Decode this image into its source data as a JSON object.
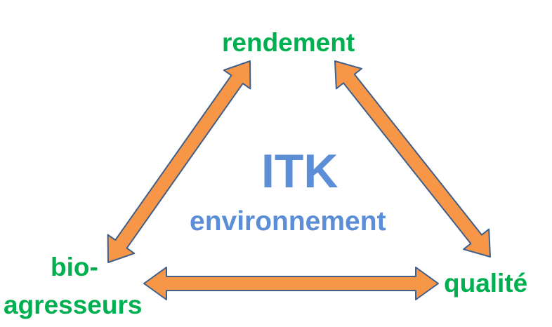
{
  "colors": {
    "label": "#00B050",
    "center": "#5B8ED6",
    "arrow_fill": "#F79646",
    "arrow_stroke": "#3E5F8A"
  },
  "labels": {
    "top": "rendement",
    "bottom_left_line1": "bio-",
    "bottom_left_line2": "agresseurs",
    "bottom_right": "qualité"
  },
  "center": {
    "title": "ITK",
    "subtitle": "environnement"
  },
  "arrows": [
    {
      "from": "rendement",
      "to": "bio-agresseurs",
      "type": "double-headed"
    },
    {
      "from": "rendement",
      "to": "qualité",
      "type": "double-headed"
    },
    {
      "from": "bio-agresseurs",
      "to": "qualité",
      "type": "double-headed"
    }
  ]
}
